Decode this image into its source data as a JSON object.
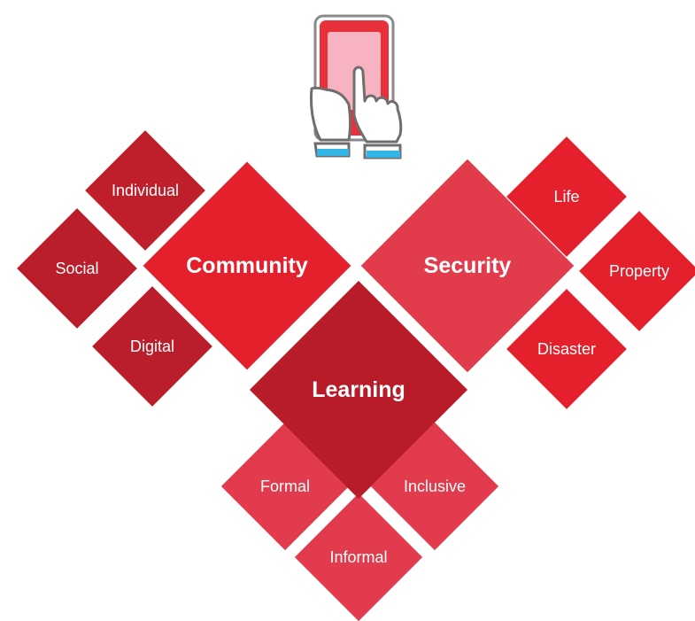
{
  "colors": {
    "community": "#e3202c",
    "learning": "#b71c28",
    "security": "#e23b4b",
    "individual": "#bf1f2b",
    "social": "#ba1e2a",
    "digital": "#b91e2a",
    "life": "#e3202c",
    "property": "#e3202c",
    "disaster": "#e3202c",
    "formal": "#e13b4d",
    "inclusive": "#e13b4d",
    "informal": "#e13b4d",
    "phone_body": "#e8303a",
    "phone_screen": "#f7b3bf",
    "cuff": "#33b5e5"
  },
  "hub_icon": "tablet-touch-icon",
  "community": {
    "label": "Community",
    "items": [
      "Individual",
      "Social",
      "Digital"
    ]
  },
  "security": {
    "label": "Security",
    "items": [
      "Life",
      "Property",
      "Disaster"
    ]
  },
  "learning": {
    "label": "Learning",
    "items": [
      "Formal",
      "Inclusive",
      "Informal"
    ]
  }
}
